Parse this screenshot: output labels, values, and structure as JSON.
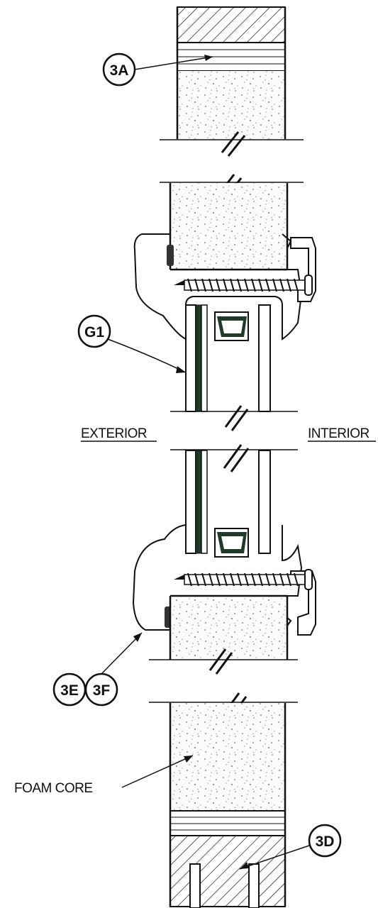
{
  "callouts": {
    "c3a": "3A",
    "g1": "G1",
    "c3e": "3E",
    "c3f": "3F",
    "c3d": "3D"
  },
  "labels": {
    "exterior": "EXTERIOR",
    "interior": "INTERIOR",
    "foam_core": "FOAM CORE"
  },
  "colors": {
    "line": "#111111",
    "glazing_tint": "#1f3a2a",
    "background": "#ffffff"
  }
}
